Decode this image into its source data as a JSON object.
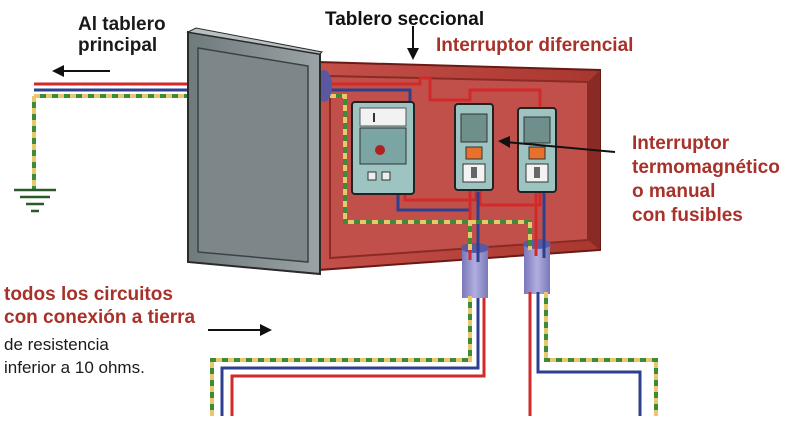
{
  "labels": {
    "al_tablero": [
      "Al tablero",
      "principal"
    ],
    "tablero_seccional": "Tablero seccional",
    "interruptor_diferencial": "Interruptor diferencial",
    "interruptor_termo": [
      "Interruptor",
      "termomagnético",
      "o manual",
      "con fusibles"
    ],
    "todos_circuitos": [
      "todos los circuitos",
      "con conexión a tierra"
    ],
    "resistencia": [
      "de resistencia",
      "inferior a 10 ohms."
    ]
  },
  "colors": {
    "box_red": "#b0413a",
    "box_dark": "#7a1f1a",
    "door_gray": "#8c9496",
    "wire_red": "#d22a2a",
    "wire_blue": "#2e3f8f",
    "wire_green": "#3c8a3a",
    "wire_yellow": "#e8c86a",
    "device_teal": "#9ec4c2",
    "conduit": "#8e8cc8",
    "label_red": "#a8322a"
  }
}
